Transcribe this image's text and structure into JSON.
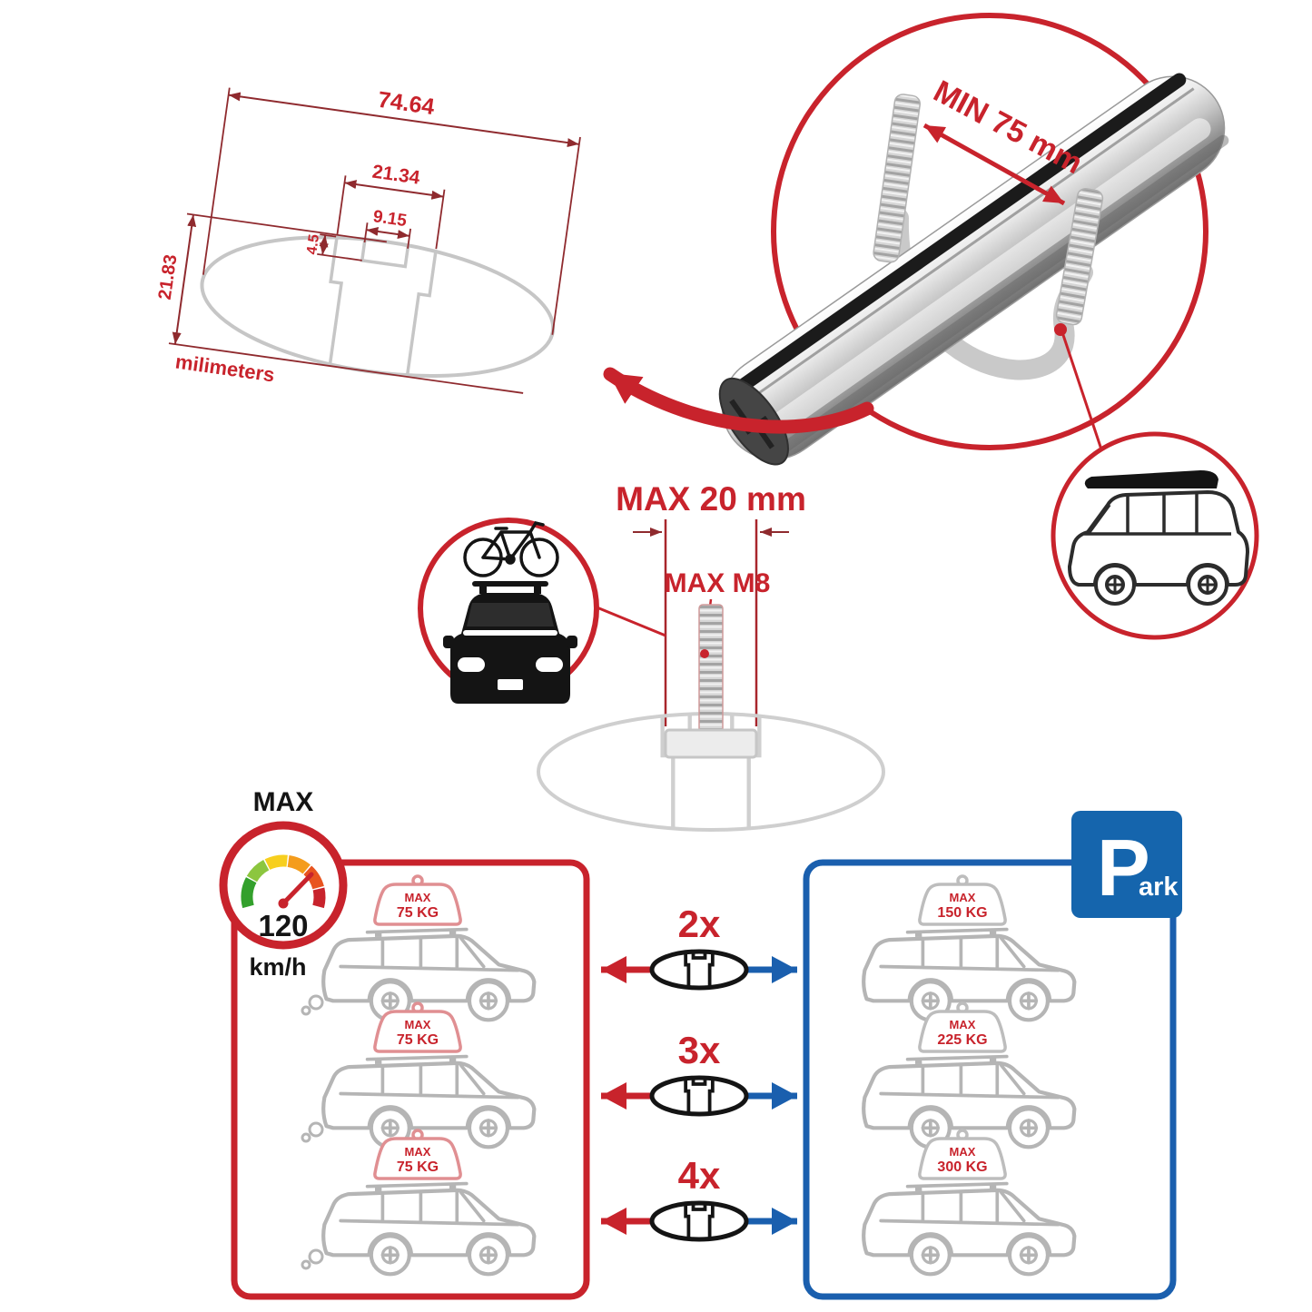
{
  "colors": {
    "red": "#c8232c",
    "dim_red": "#8f2a2e",
    "blue": "#1a5fae",
    "gray": "#b5b5b5"
  },
  "cross_section": {
    "outer_width": "74.64",
    "channel_width": "21.34",
    "slot_width": "9.15",
    "lip_depth": "4.5",
    "height": "21.83",
    "units_label": "milimeters"
  },
  "clamp": {
    "min_gap_label": "MIN 75 mm"
  },
  "bolt": {
    "max_width_label": "MAX 20 mm",
    "max_thread_label": "MAX M8"
  },
  "speed": {
    "title": "MAX",
    "value": "120",
    "units": "km/h"
  },
  "qty": [
    "2x",
    "3x",
    "4x"
  ],
  "panels": {
    "left": {
      "cars": [
        {
          "max": "MAX",
          "kg": "75 KG"
        },
        {
          "max": "MAX",
          "kg": "75 KG"
        },
        {
          "max": "MAX",
          "kg": "75 KG"
        }
      ]
    },
    "right": {
      "cars": [
        {
          "max": "MAX",
          "kg": "150 KG"
        },
        {
          "max": "MAX",
          "kg": "225 KG"
        },
        {
          "max": "MAX",
          "kg": "300 KG"
        }
      ]
    }
  },
  "park": {
    "letter": "P",
    "suffix": "ark"
  }
}
